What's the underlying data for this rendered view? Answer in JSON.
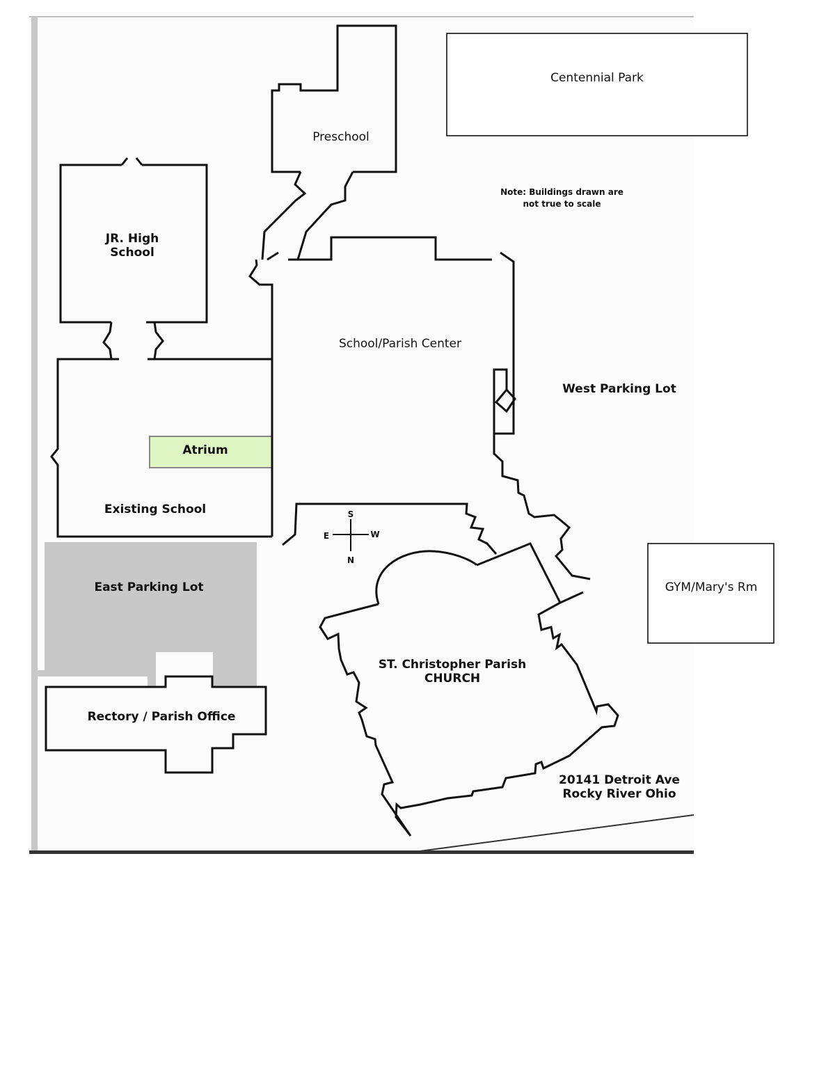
{
  "map": {
    "colors": {
      "outline": "#111111",
      "atrium_fill": "#dff5c4",
      "parking_fill": "#c8c8c8",
      "road": "#c8c8c8"
    },
    "labels": {
      "centennial_park": "Centennial Park",
      "preschool": "Preschool",
      "jr_high": [
        "JR. High",
        "School"
      ],
      "note": [
        "Note: Buildings drawn are",
        "not true to scale"
      ],
      "school_parish_center": "School/Parish Center",
      "west_parking_lot": "West Parking Lot",
      "atrium": "Atrium",
      "existing_school": "Existing School",
      "east_parking_lot": "East Parking Lot",
      "gym": "GYM/Mary's Rm",
      "church": [
        "ST. Christopher Parish",
        "CHURCH"
      ],
      "rectory": "Rectory / Parish Office",
      "address": [
        "20141 Detroit Ave",
        "Rocky River Ohio"
      ]
    },
    "compass": {
      "top": "S",
      "bottom": "N",
      "left": "E",
      "right": "W"
    }
  }
}
